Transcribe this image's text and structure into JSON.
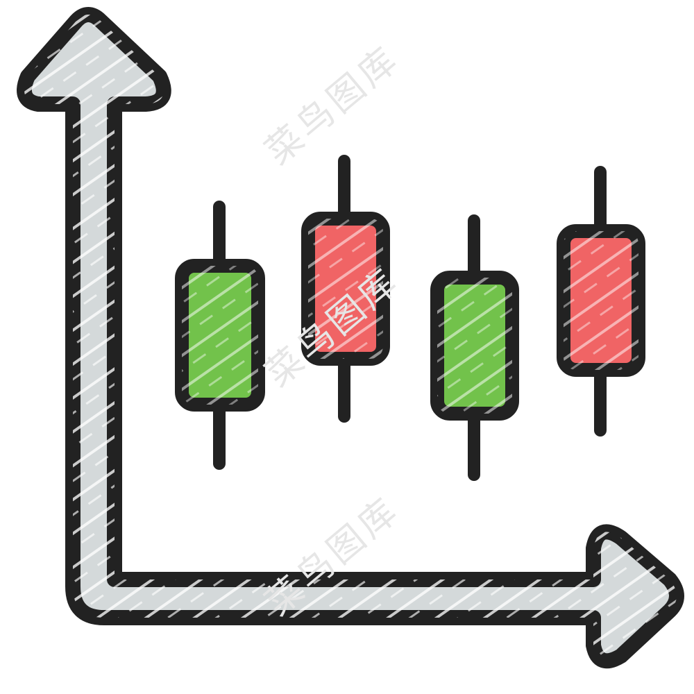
{
  "icon": {
    "name": "candlestick-chart",
    "colors": {
      "outline": "#222222",
      "axis_fill": "#d4d9da",
      "bullish": "#72c24b",
      "bearish": "#f06465",
      "background": "#ffffff"
    },
    "candles": [
      {
        "direction": "up",
        "color": "bullish"
      },
      {
        "direction": "down",
        "color": "bearish"
      },
      {
        "direction": "up",
        "color": "bullish"
      },
      {
        "direction": "down",
        "color": "bearish"
      }
    ]
  },
  "watermark": {
    "text": "菜鸟图库"
  }
}
